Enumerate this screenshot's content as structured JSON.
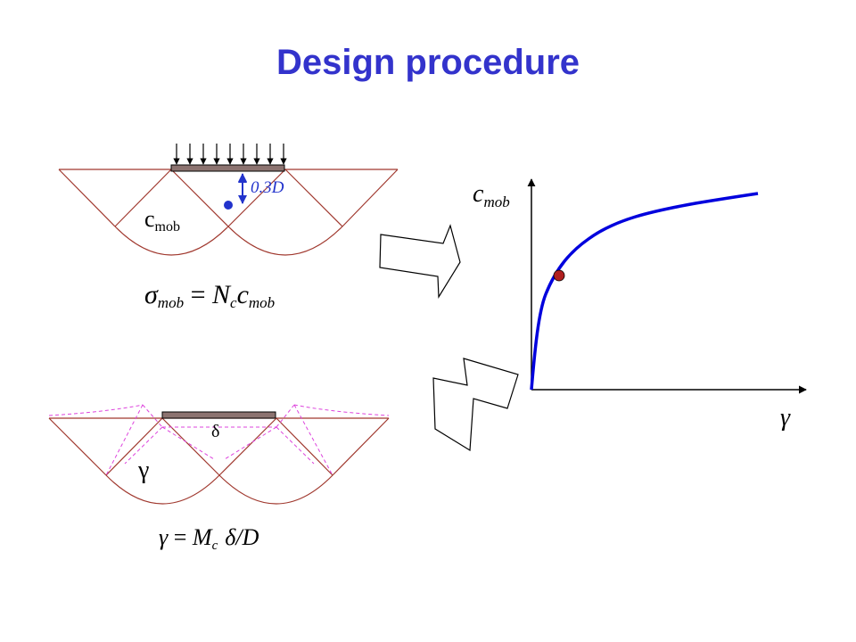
{
  "title": "Design procedure",
  "top_mechanism": {
    "depth_label": "0.3D",
    "strength_label": {
      "base": "c",
      "sub": "mob"
    }
  },
  "equation_1": {
    "lhs": "σ",
    "lhs_sub": "mob",
    "eq": " = ",
    "n": "N",
    "n_sub": "c",
    "c": "c",
    "c_sub": "mob"
  },
  "bottom_mechanism": {
    "displacement_label": "δ",
    "strain_label": "γ"
  },
  "equation_2": {
    "gamma": "γ",
    "eq": " = ",
    "m": "M",
    "m_sub": "c",
    "delta": "δ",
    "rest": "/D"
  },
  "stress_strain_plot": {
    "y_axis_label": {
      "base": "c",
      "sub": "mob"
    },
    "x_axis_label": "γ"
  },
  "colors": {
    "title": "#3333cc",
    "curve": "#0000dd",
    "mechanism_lines": "#a0382e",
    "footing": "#8c7370",
    "marker": "#b02020",
    "arrow_point": "#2233cc",
    "deformed": "#dd44dd"
  },
  "icons": {
    "forward_arrow": "hollow-block-arrow-right",
    "return_arrow": "hollow-block-arrow-left"
  }
}
